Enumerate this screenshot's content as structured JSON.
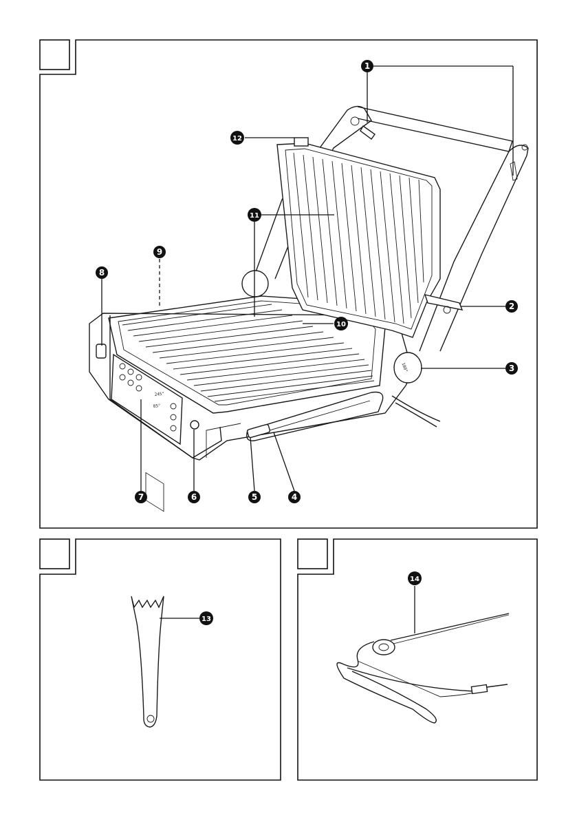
{
  "callouts": {
    "c1": "1",
    "c2": "2",
    "c3": "3",
    "c4": "4",
    "c5": "5",
    "c6": "6",
    "c7": "7",
    "c8": "8",
    "c9": "9",
    "c10": "10",
    "c11": "11",
    "c12": "12",
    "c13": "13",
    "c14": "14"
  },
  "control_panel": {
    "temp_top": "245°",
    "temp_bottom": "85°",
    "knob_label": "180°"
  },
  "colors": {
    "ink": "#1a1a1a",
    "callout_fill": "#111111",
    "background": "#ffffff"
  }
}
